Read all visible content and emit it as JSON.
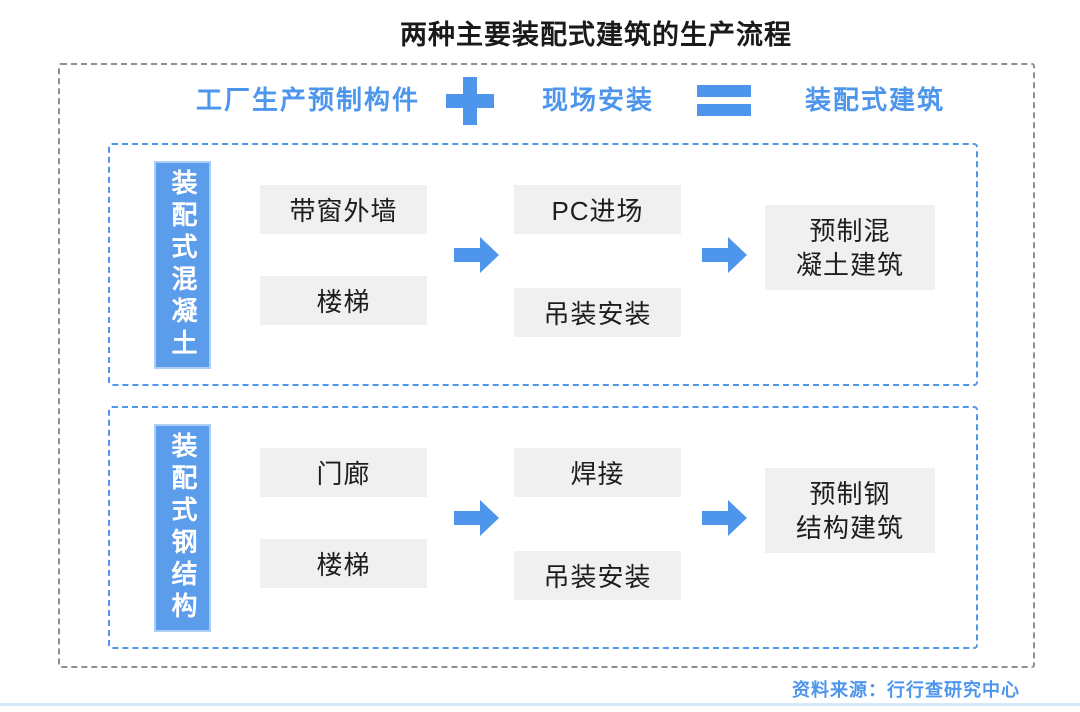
{
  "title": "两种主要装配式建筑的生产流程",
  "formula": {
    "factory": "工厂生产预制构件",
    "plus_icon": "plus-icon",
    "site": "现场安装",
    "equals_icon": "equals-icon",
    "result": "装配式建筑"
  },
  "sections": [
    {
      "label": "装配式混凝土",
      "components": [
        "带窗外墙",
        "楼梯"
      ],
      "install_steps": [
        "PC进场",
        "吊装安装"
      ],
      "result": {
        "lines": [
          "预制混",
          "凝土建筑"
        ]
      }
    },
    {
      "label": "装配式钢结构",
      "components": [
        "门廊",
        "楼梯"
      ],
      "install_steps": [
        "焊接",
        "吊装安装"
      ],
      "result": {
        "lines": [
          "预制钢",
          "结构建筑"
        ]
      }
    }
  ],
  "source": "资料来源：行行查研究中心",
  "colors": {
    "accent_blue": "#4e96ec",
    "label_fill": "#5b9ceb",
    "label_border": "#adcff5",
    "outer_border": "#8f8f8f",
    "box_gray": "#f0f0f0",
    "bottom_rule": "#d7e8f8",
    "title_text": "#1a1a1a"
  }
}
